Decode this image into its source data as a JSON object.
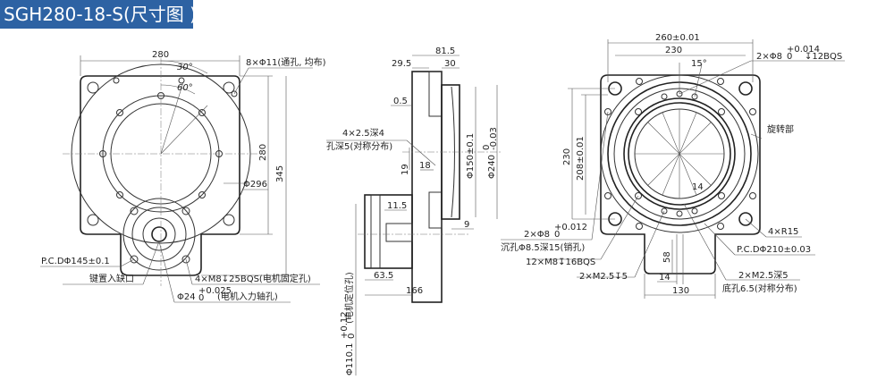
{
  "title": "SGH280-18-S(尺寸图 )",
  "front_view": {
    "width_dim": "280",
    "angle_30": "30°",
    "angle_60": "60°",
    "through_holes": "8×Φ11(通孔, 均布)",
    "height_280": "280",
    "height_345": "345",
    "diameter_296": "Φ296",
    "pcd_145": "P.C.DΦ145±0.1",
    "key_slot": "键置入缺口",
    "motor_fix_holes": "4×M8↧25BQS(电机固定孔)",
    "motor_shaft_hole": "Φ24",
    "motor_shaft_tol_upper": "+0.025",
    "motor_shaft_tol_lower": "0",
    "motor_shaft_note": "(电机入力轴孔)"
  },
  "side_view": {
    "dim_81_5": "81.5",
    "dim_29_5": "29.5",
    "dim_30": "30",
    "dim_0_5": "0.5",
    "holes_line1": "4×2.5深4",
    "holes_line2": "孔深5(对称分布)",
    "dim_19": "19",
    "dim_18": "18",
    "dia_150": "Φ150±0.1",
    "dia_240": "Φ240",
    "dia_240_tol_upper": "0",
    "dia_240_tol_lower": "-0.03",
    "dim_11_5": "11.5",
    "dim_9": "9",
    "dim_63_5": "63.5",
    "dim_166": "166",
    "motor_locating": "Φ110.1",
    "motor_locating_tol_upper": "+0.12",
    "motor_locating_tol_lower": "0",
    "motor_locating_note": "(电机定位孔)"
  },
  "top_view": {
    "dim_260": "260±0.01",
    "dim_230_h": "230",
    "angle_15": "15°",
    "pin_holes_top": "2×Φ8",
    "pin_holes_top_tol_upper": "+0.014",
    "pin_holes_top_tol_lower": "0",
    "pin_holes_top_depth": "↧12BQS",
    "rotating_part": "旋转部",
    "dim_230_v": "230",
    "dim_208": "208±0.01",
    "dim_14_inner": "14",
    "pin_holes_bottom": "2×Φ8",
    "pin_holes_bottom_tol_upper": "+0.012",
    "pin_holes_bottom_tol_lower": "0",
    "pin_holes_bottom_note": "沉孔Φ8.5深15(销孔)",
    "tapped_holes": "12×M8↧16BQS",
    "m25_holes": "2×M2.5↧5",
    "corner_radius": "4×R15",
    "pcd_210": "P.C.DΦ210±0.03",
    "dim_58": "58",
    "dim_14": "14",
    "dim_130": "130",
    "m25_deep_line1": "2×M2.5深5",
    "m25_deep_line2": "底孔6.5(对称分布)"
  }
}
